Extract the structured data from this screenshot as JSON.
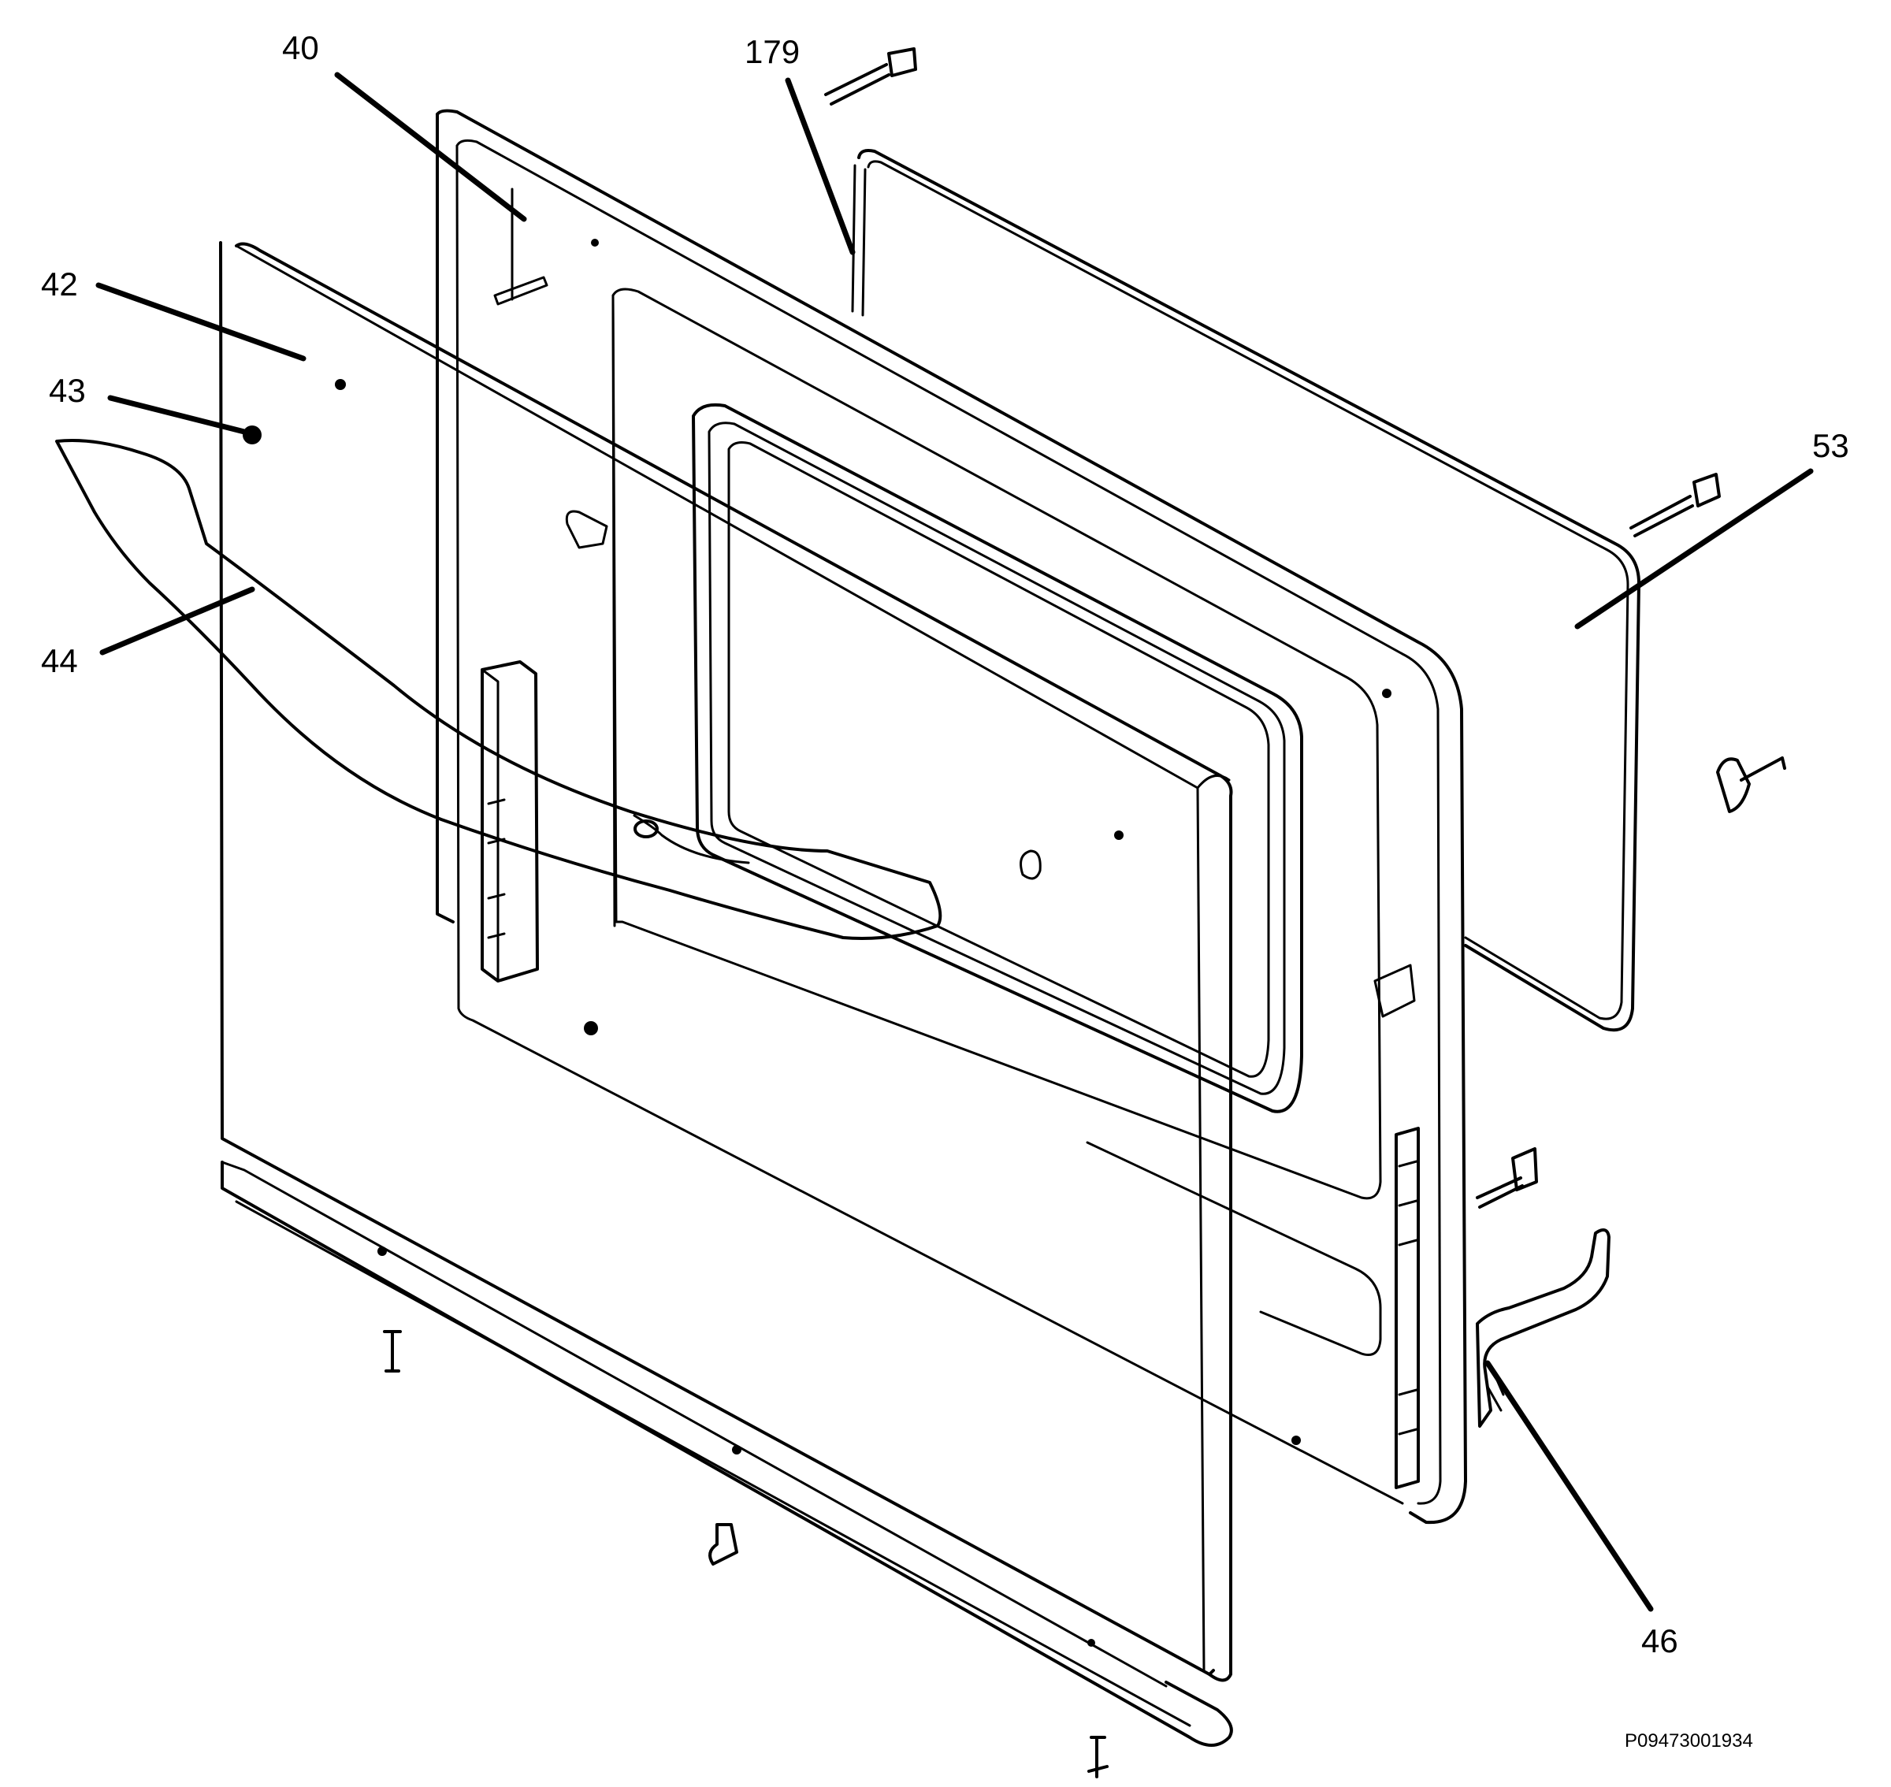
{
  "callouts": [
    {
      "id": "40",
      "text": "40"
    },
    {
      "id": "179",
      "text": "179"
    },
    {
      "id": "42",
      "text": "42"
    },
    {
      "id": "43",
      "text": "43"
    },
    {
      "id": "44",
      "text": "44"
    },
    {
      "id": "53",
      "text": "53"
    },
    {
      "id": "46",
      "text": "46"
    }
  ],
  "drawing_code": "P09473001934"
}
